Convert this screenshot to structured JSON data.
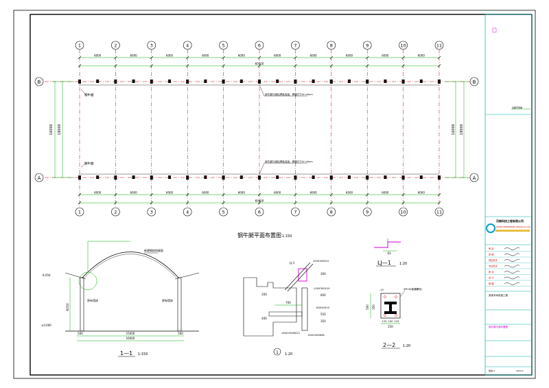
{
  "plan": {
    "title": "钢牛腿平面布置图",
    "scale": "1:150",
    "axes_x": [
      "1",
      "2",
      "3",
      "4",
      "5",
      "6",
      "7",
      "8",
      "9",
      "10",
      "11"
    ],
    "axes_y": [
      "B",
      "A"
    ],
    "bay_dims": [
      "6000",
      "6000",
      "6000",
      "6000",
      "6000",
      "6000",
      "6000",
      "6000",
      "6000",
      "6000"
    ],
    "total_dim": "60000",
    "vertical_dims": [
      "16000",
      "18000"
    ],
    "vertical_dims_right": [
      "16000",
      "18000"
    ],
    "bracket_label": "钢牛腿",
    "note_top": "钢牛腿与钢柱焊接连接，焊缝尺寸hf=6mm",
    "note_bottom": "钢牛腿与钢柱焊接连接，焊缝尺寸hf=6mm"
  },
  "section_1_1": {
    "title": "1—1",
    "scale": "1:150",
    "arch_label": "新建钢结构屋面",
    "left_wall_label": "原有墙体",
    "right_wall_label": "原有墙体",
    "dims": [
      "500",
      "15000",
      "500"
    ],
    "total": "16000",
    "elev_top": "6.050",
    "height_dim": "6050",
    "elev_bottom": "±0.000"
  },
  "detail_1": {
    "number": "1",
    "scale": "1:20",
    "labels": [
      "LJ-1",
      "200X300X10",
      "-100X300X10",
      "-80X40X10",
      "-60X250X8X12",
      "-60X200X8X8",
      "200",
      "350",
      "700",
      "400",
      "300",
      "600",
      "550"
    ]
  },
  "detail_lj1": {
    "title": "LJ—1",
    "scale": "1:20",
    "dim": "63"
  },
  "detail_2_2": {
    "title": "2—2",
    "scale": "1:20",
    "labels": [
      "-10",
      "4M16(普通螺栓)",
      "500",
      "350",
      "125",
      "100",
      "125",
      "250"
    ]
  },
  "title_block": {
    "company_cn": "河南科技工程有限公司",
    "company_en": "HENAN ENGINEERING DESIGN CO.,LTD",
    "project": "某某车间改造工程",
    "drawing": "钢牛腿平面布置图",
    "roles": [
      "审 定",
      "审 核",
      "项目负责",
      "专业负责",
      "校 对",
      "设 计",
      "制 图"
    ],
    "stamp_note": "出图专用章",
    "page": "结施-4",
    "date": "2019.5"
  },
  "colors": {
    "axis": "#cc0000",
    "dim": "#00aa00",
    "line": "#000000",
    "note": "#0000cc",
    "magenta": "#cc00cc",
    "cyan": "#00aaaa",
    "brand": "#00a0c8"
  }
}
